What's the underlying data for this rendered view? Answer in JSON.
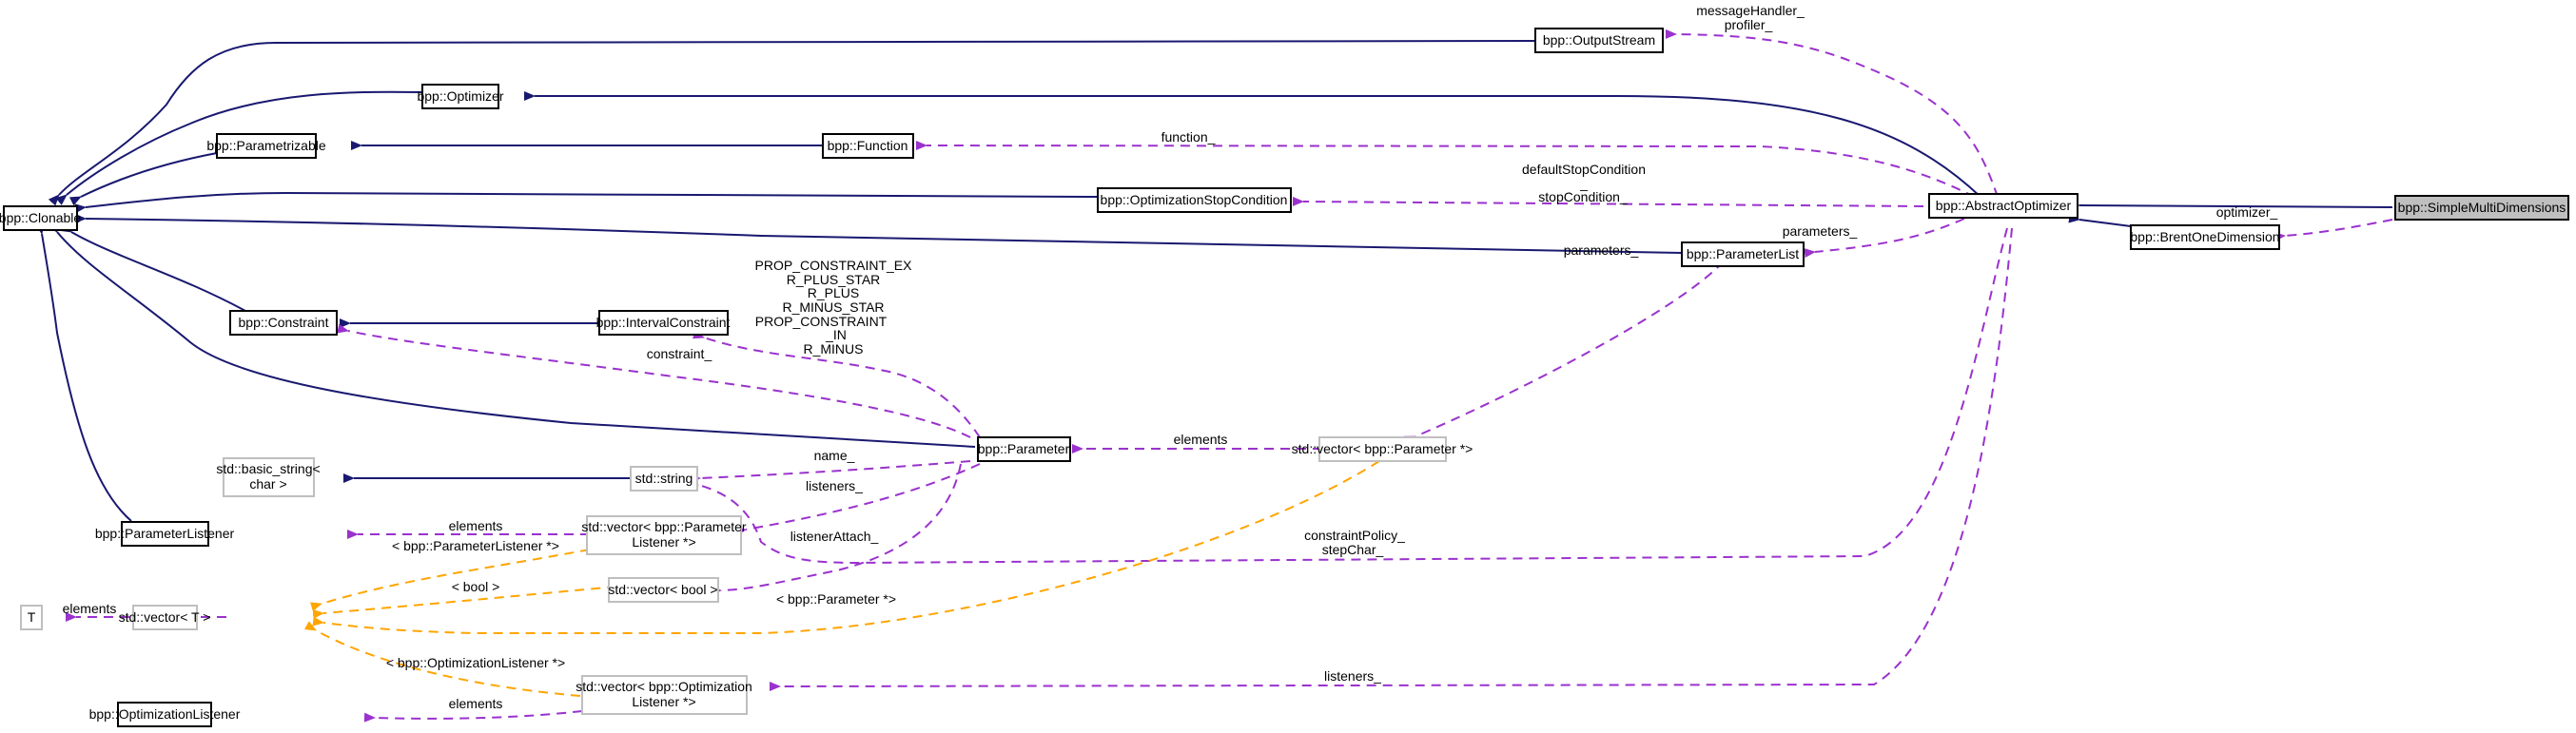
{
  "diagram": {
    "type": "collaboration-graph",
    "subject": "bpp::SimpleMultiDimensions",
    "colors": {
      "inheritance": "#191970",
      "usage": "#9a32cd",
      "template": "#ffa500",
      "current_node_fill": "#bfbfbf"
    },
    "nodes": {
      "clonable": "bpp::Clonable",
      "optimizer": "bpp::Optimizer",
      "parametrizable": "bpp::Parametrizable",
      "output_stream": "bpp::OutputStream",
      "function": "bpp::Function",
      "opt_stop_condition": "bpp::OptimizationStopCondition",
      "parameter_list": "bpp::ParameterList",
      "abstract_optimizer": "bpp::AbstractOptimizer",
      "brent_one_dimension": "bpp::BrentOneDimension",
      "simple_multi_dimensions": "bpp::SimpleMultiDimensions",
      "constraint": "bpp::Constraint",
      "interval_constraint": "bpp::IntervalConstraint",
      "parameter": "bpp::Parameter",
      "basic_string": [
        "std::basic_string<",
        "char >"
      ],
      "std_string": "std::string",
      "parameter_listener": "bpp::ParameterListener",
      "vec_param_listener": [
        "std::vector< bpp::Parameter",
        "Listener *>"
      ],
      "vec_bool": "std::vector< bool >",
      "vec_param_ptr": "std::vector< bpp::Parameter *>",
      "T": "T",
      "vec_T": "std::vector< T >",
      "optimization_listener": "bpp::OptimizationListener",
      "vec_opt_listener": [
        "std::vector< bpp::Optimization",
        "Listener *>"
      ]
    },
    "edge_labels": {
      "message_handler": [
        "messageHandler_",
        "profiler_"
      ],
      "function": "function_",
      "stop_condition": [
        "defaultStopCondition",
        "_",
        "stopCondition_"
      ],
      "parameters_list": "parameters_",
      "optimizer": "optimizer_",
      "parameters_vec": "parameters_",
      "interval_constants": [
        "PROP_CONSTRAINT_EX",
        "R_PLUS_STAR",
        "R_PLUS",
        "R_MINUS_STAR",
        "PROP_CONSTRAINT",
        "_IN",
        "R_MINUS"
      ],
      "constraint": "constraint_",
      "elements_param": "elements",
      "name": "name_",
      "listeners_param": "listeners_",
      "listener_attach": "listenerAttach_",
      "elements_param_listener": "elements",
      "tmpl_param_listener": "< bpp::ParameterListener *>",
      "tmpl_bool": "< bool >",
      "tmpl_param_ptr": "< bpp::Parameter *>",
      "constraint_policy": [
        "constraintPolicy_",
        "stepChar_"
      ],
      "elements_T": "elements",
      "tmpl_opt_listener": "< bpp::OptimizationListener *>",
      "elements_opt_listener": "elements",
      "listeners_opt": "listeners_"
    }
  }
}
